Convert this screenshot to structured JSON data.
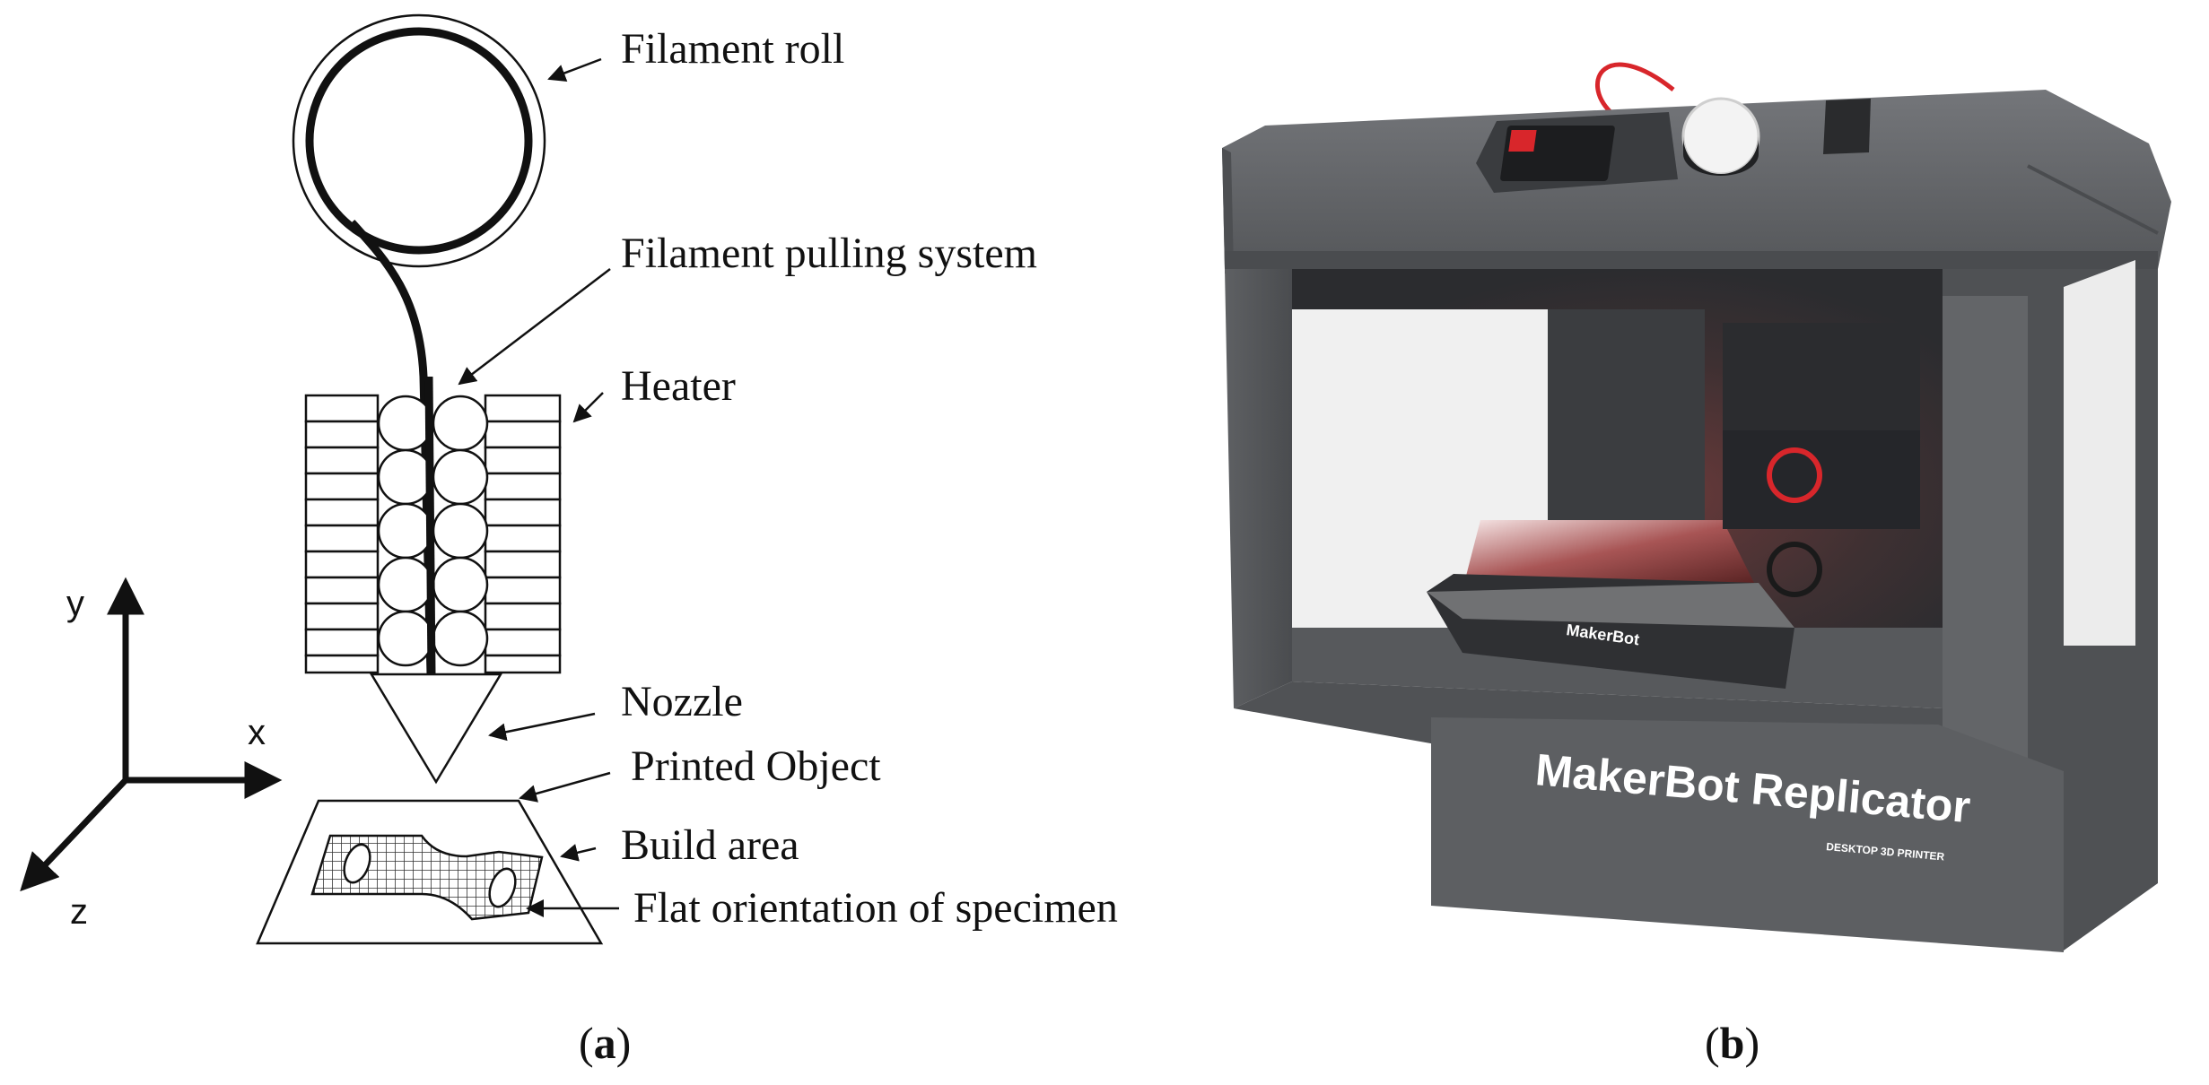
{
  "panel_a": {
    "labels": {
      "filament_roll": "Filament roll",
      "filament_pulling_system": "Filament pulling system",
      "heater": "Heater",
      "nozzle": "Nozzle",
      "printed_object": "Printed Object",
      "build_area": "Build area",
      "flat_orientation": "Flat orientation of specimen"
    },
    "axes": {
      "y": "y",
      "x": "x",
      "z": "z"
    },
    "caption": {
      "open": "(",
      "letter": "a",
      "close": ")"
    }
  },
  "panel_b": {
    "brand_main": "MakerBot Replicator",
    "brand_sub": "DESKTOP 3D PRINTER",
    "plate_logo": "MakerBot",
    "caption": {
      "open": "(",
      "letter": "b",
      "close": ")"
    }
  },
  "colors": {
    "line": "#111111",
    "printer_body": "#5c5e61",
    "printer_dark": "#3d3f42",
    "accent_red": "#d8262b"
  }
}
